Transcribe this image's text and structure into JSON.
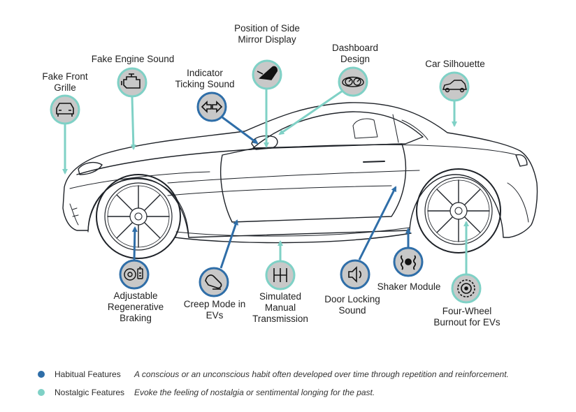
{
  "colors": {
    "habitual": "#2f6ea8",
    "nostalgic": "#7fd1c6",
    "car_outline": "#1e2228",
    "icon_fill": "#c8c8c8"
  },
  "features": {
    "fake_front_grille": {
      "label_line1": "Fake Front",
      "label_line2": "Grille",
      "category": "nostalgic",
      "icon": "car-front-icon"
    },
    "fake_engine_sound": {
      "label_line1": "Fake Engine Sound",
      "category": "nostalgic",
      "icon": "engine-icon"
    },
    "indicator_ticking": {
      "label_line1": "Indicator",
      "label_line2": "Ticking Sound",
      "category": "habitual",
      "icon": "turn-signal-arrows-icon"
    },
    "side_mirror": {
      "label_line1": "Position of Side",
      "label_line2": "Mirror Display",
      "category": "nostalgic",
      "icon": "side-mirror-icon"
    },
    "dashboard_design": {
      "label_line1": "Dashboard",
      "label_line2": "Design",
      "category": "nostalgic",
      "icon": "dashboard-gauges-icon"
    },
    "car_silhouette": {
      "label_line1": "Car Silhouette",
      "category": "nostalgic",
      "icon": "car-side-icon"
    },
    "regen_braking": {
      "label_line1": "Adjustable",
      "label_line2": "Regenerative",
      "label_line3": "Braking",
      "category": "habitual",
      "icon": "regen-brake-icon"
    },
    "creep_mode": {
      "label_line1": "Creep Mode in",
      "label_line2": "EVs",
      "category": "habitual",
      "icon": "pedal-foot-icon"
    },
    "manual_transmission": {
      "label_line1": "Simulated",
      "label_line2": "Manual",
      "label_line3": "Transmission",
      "category": "nostalgic",
      "icon": "gear-shift-icon"
    },
    "door_locking": {
      "label_line1": "Door Locking",
      "label_line2": "Sound",
      "category": "habitual",
      "icon": "speaker-icon"
    },
    "shaker_module": {
      "label_line1": "Shaker Module",
      "category": "habitual",
      "icon": "vibration-icon"
    },
    "burnout": {
      "label_line1": "Four-Wheel",
      "label_line2": "Burnout for EVs",
      "category": "nostalgic",
      "icon": "tire-icon"
    }
  },
  "legend": [
    {
      "name": "Habitual Features",
      "description": "A conscious or an unconscious habit often developed over time through repetition and reinforcement.",
      "category": "habitual"
    },
    {
      "name": "Nostalgic Features",
      "description": "Evoke the feeling of nostalgia or sentimental longing for the past.",
      "category": "nostalgic"
    }
  ]
}
